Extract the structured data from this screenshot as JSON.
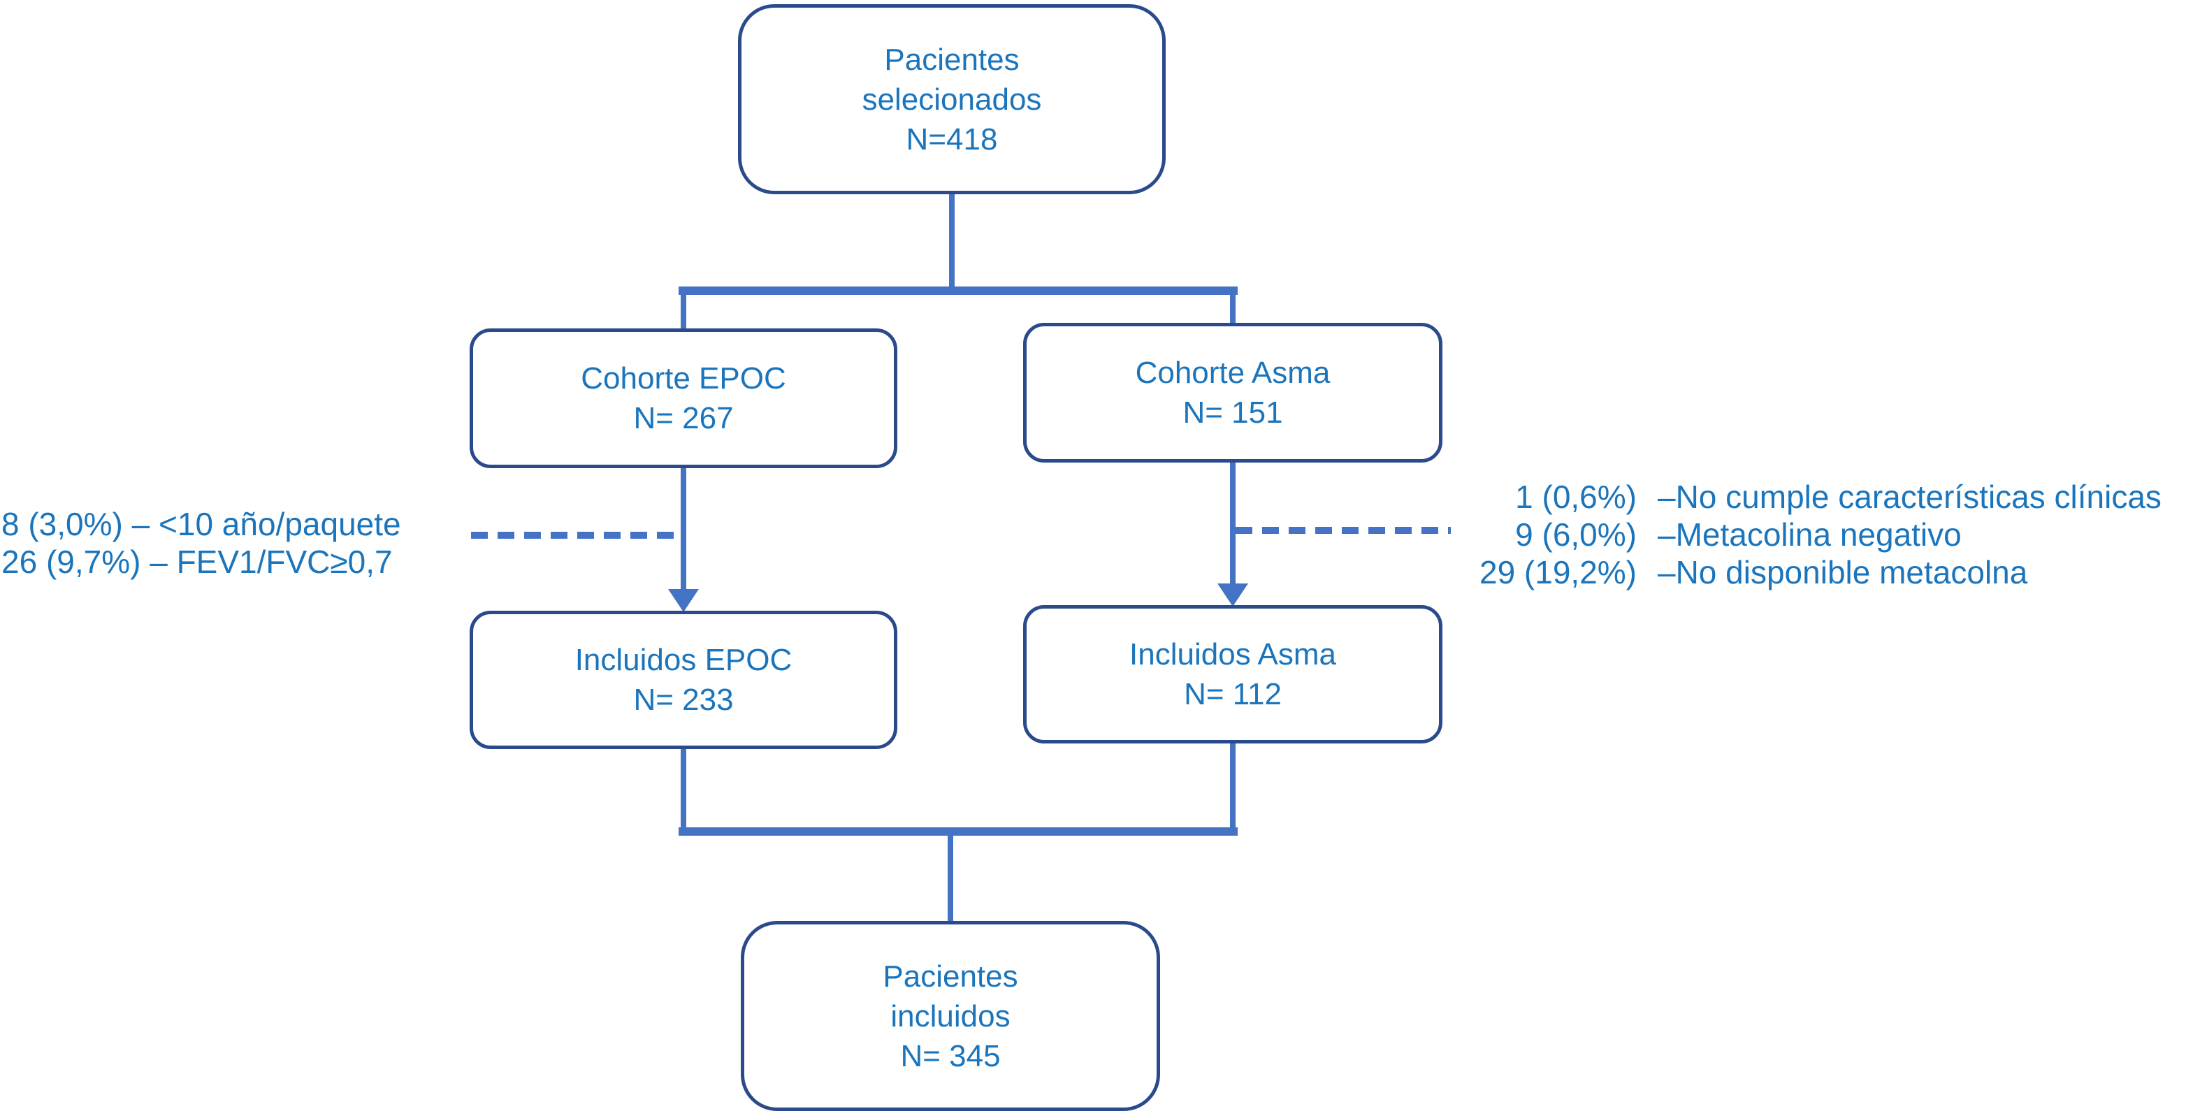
{
  "figure": {
    "boxes": {
      "selected": {
        "lines": [
          "Pacientes",
          "selecionados",
          "N=418"
        ]
      },
      "cohort_epoc": {
        "lines": [
          "Cohorte EPOC",
          "N= 267"
        ]
      },
      "cohort_asma": {
        "lines": [
          "Cohorte Asma",
          "N= 151"
        ]
      },
      "included_epoc": {
        "lines": [
          "Incluidos EPOC",
          "N= 233"
        ]
      },
      "included_asma": {
        "lines": [
          "Incluidos Asma",
          "N= 112"
        ]
      },
      "included_total": {
        "lines": [
          "Pacientes",
          "incluidos",
          "N= 345"
        ]
      }
    },
    "exclusions_epoc": [
      "8 (3,0%) – <10 año/paquete",
      "26 (9,7%) – FEV1/FVC≥0,7"
    ],
    "exclusions_asma": [
      {
        "count": "1 (0,6%)",
        "reason": "–No cumple características clínicas"
      },
      {
        "count": "9 (6,0%)",
        "reason": "–Metacolina negativo"
      },
      {
        "count": "29 (19,2%)",
        "reason": "–No disponible metacolna"
      }
    ],
    "colors": {
      "box_border": "#2b4a8b",
      "connector": "#4472c4",
      "text": "#1b75bc"
    }
  }
}
